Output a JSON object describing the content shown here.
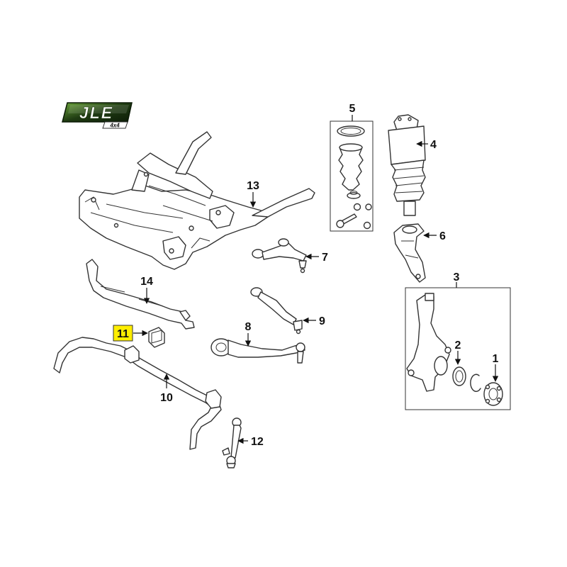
{
  "logo": {
    "text": "JLE",
    "subtext": "4x4"
  },
  "callouts": {
    "c1": "1",
    "c2": "2",
    "c3": "3",
    "c4": "4",
    "c5": "5",
    "c6": "6",
    "c7": "7",
    "c8": "8",
    "c9": "9",
    "c10": "10",
    "c11": "11",
    "c12": "12",
    "c13": "13",
    "c14": "14"
  },
  "colors": {
    "highlight": "#ffee00",
    "logo_dark": "#1f3b12",
    "logo_light": "#9fcf6a"
  }
}
